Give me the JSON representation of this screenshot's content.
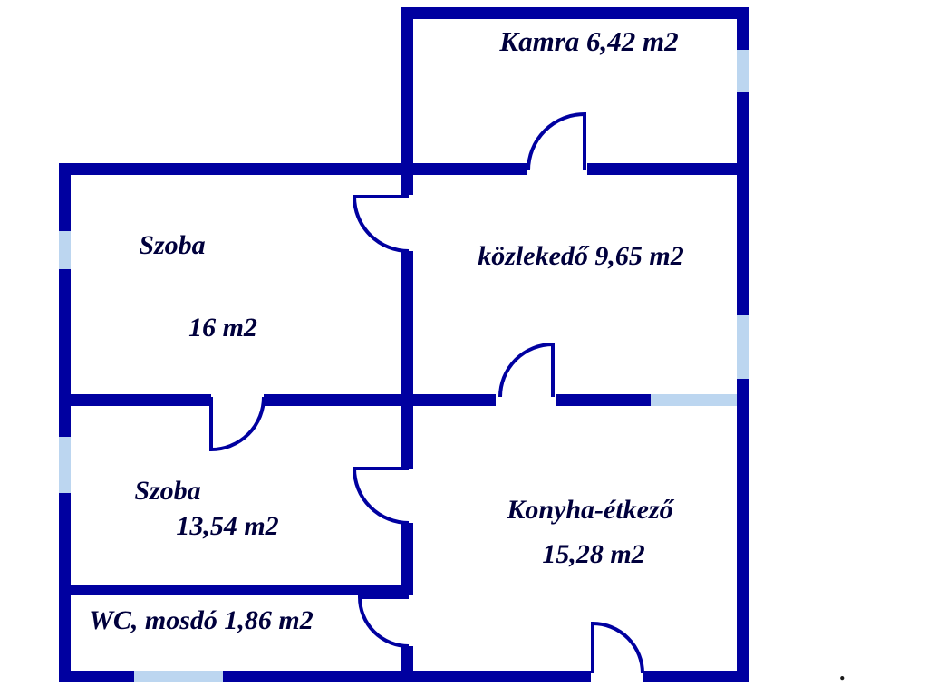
{
  "colors": {
    "wall": "#0000A0",
    "window": "#BCD6F0",
    "label": "#00003C",
    "background": "#FFFFFF"
  },
  "rooms": {
    "kamra": {
      "label": "Kamra 6,42 m2"
    },
    "szoba_16": {
      "name": "Szoba",
      "area": "16 m2"
    },
    "kozlekedo": {
      "label": "közlekedő 9,65 m2"
    },
    "szoba_13": {
      "name": "Szoba",
      "area": "13,54 m2"
    },
    "konyha": {
      "name": "Konyha-étkező",
      "area": "15,28 m2"
    },
    "wc": {
      "label": "WC, mosdó 1,86 m2"
    }
  },
  "stray_mark": "."
}
